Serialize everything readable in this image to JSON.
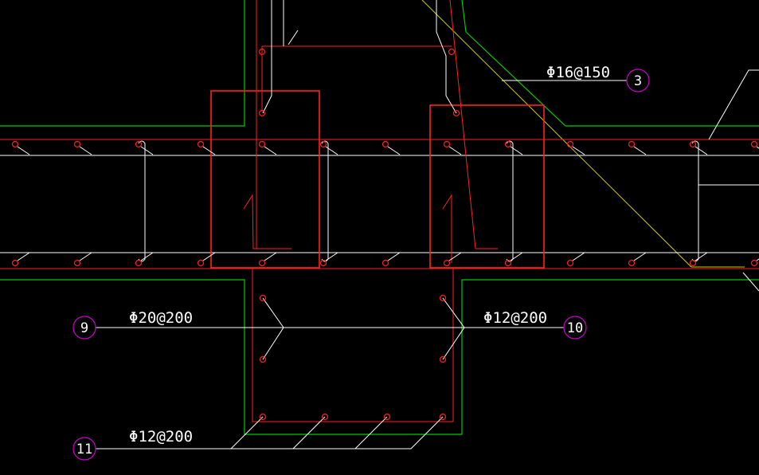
{
  "colors": {
    "background": "#000000",
    "concrete_outline": "#00cc00",
    "rebar_red": "#ff2020",
    "leader_white": "#ffffff",
    "tag_circle": "#cc00cc",
    "diagonal_yellow": "#cccc00"
  },
  "callouts": [
    {
      "id": "3",
      "tag": "3",
      "label": "Φ16@150"
    },
    {
      "id": "9",
      "tag": "9",
      "label": "Φ20@200"
    },
    {
      "id": "10",
      "tag": "10",
      "label": "Φ12@200"
    },
    {
      "id": "11",
      "tag": "11",
      "label": "Φ12@200"
    }
  ]
}
